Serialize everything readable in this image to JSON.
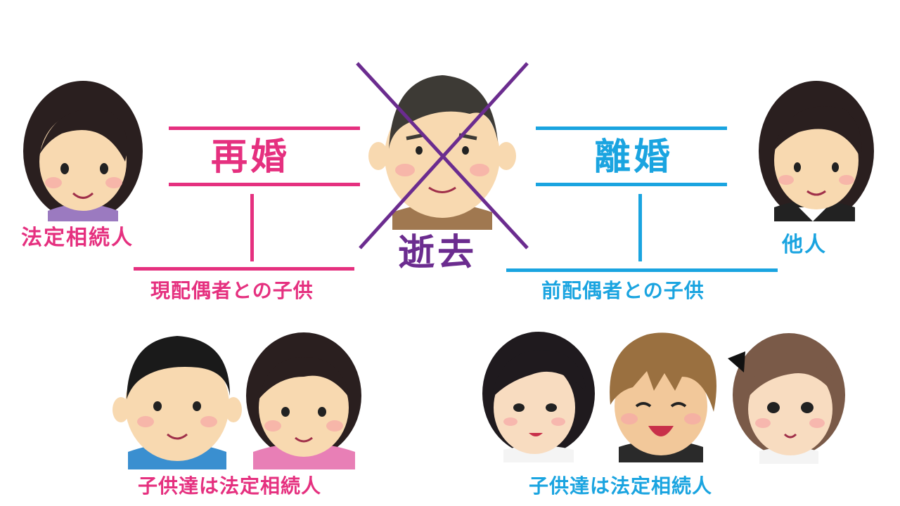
{
  "labels": {
    "remarriage": "再婚",
    "divorce": "離婚",
    "deceased": "逝去",
    "legal_heir": "法定相続人",
    "stranger": "他人",
    "current_spouse_children": "現配偶者との子供",
    "former_spouse_children": "前配偶者との子供",
    "children_left": "子供達は法定相続人",
    "children_right": "子供達は法定相続人"
  },
  "colors": {
    "pink": "#e5307f",
    "blue": "#1aa4e0",
    "purple": "#6b2c8f"
  },
  "icons": {
    "current_wife": "woman-face-icon",
    "deceased_man": "old-man-face-icon",
    "former_wife": "woman-face-icon",
    "boy": "boy-face-icon",
    "girl": "girl-face-icon",
    "child_right_1": "young-woman-face-icon",
    "child_right_2": "young-man-face-icon",
    "child_right_3": "young-woman-face-icon"
  }
}
